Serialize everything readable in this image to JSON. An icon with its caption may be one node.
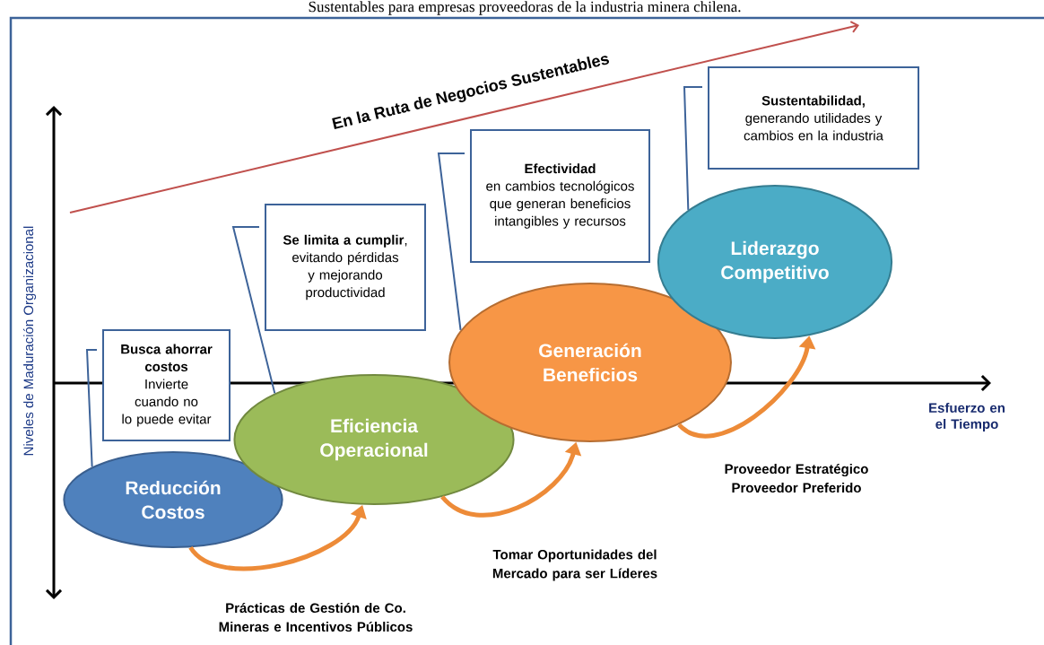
{
  "diagram": {
    "title": "Sustentables para empresas proveedoras de la industria minera chilena.",
    "nodes": [
      {
        "text": [
          "Busca ahorrar costos",
          "Invierte cuando no lo puede evitar"
        ]
      },
      {
        "text": [
          "**Se limita a cumplir**, evitando pérdidas y mejorando productividad"
        ]
      },
      {
        "text": [
          "Efectividad",
          "en cambios tecnológicos que generan beneficios intangibles y recursos"
        ]
      },
      {
        "text": [
          "Sustentabilidad,",
          "generando utilidades y cambios en la industria"
        ]
      },
      {
        "text": [
          "Reducción Costos"
        ]
      },
      {
        "text": [
          "Eficiencia Operacional"
        ]
      },
      {
        "text": [
          "Generación Beneficios"
        ]
      },
      {
        "text": [
          "Liderazgo Competitivo"
        ]
      }
    ],
    "edges": [
      {
        "from": 0,
        "to": 4,
        "arrow": "none"
      },
      {
        "from": 1,
        "to": 5,
        "arrow": "none"
      },
      {
        "from": 2,
        "to": 6,
        "arrow": "none"
      },
      {
        "from": 3,
        "to": 7,
        "arrow": "none"
      },
      {
        "from": 4,
        "to": 5,
        "arrow": "to",
        "style": "thick",
        "color": "#ed8b38",
        "label": "Prácticas de Gestión de Co. Mineras e Incentivos Públicos"
      },
      {
        "from": 5,
        "to": 6,
        "arrow": "to",
        "style": "thick",
        "color": "#ed8b38",
        "label": "Tomar Oportunidades del Mercado para ser Líderes"
      },
      {
        "from": 6,
        "to": 7,
        "arrow": "to",
        "style": "thick",
        "color": "#ed8b38",
        "label": "Proveedor Estratégico Proveedor Preferido"
      }
    ],
    "labels": [
      "En la Ruta de Negocios Sustentables",
      "Niveles de Maduración Organizacional",
      "Esfuerzo en el Tiempo"
    ]
  }
}
